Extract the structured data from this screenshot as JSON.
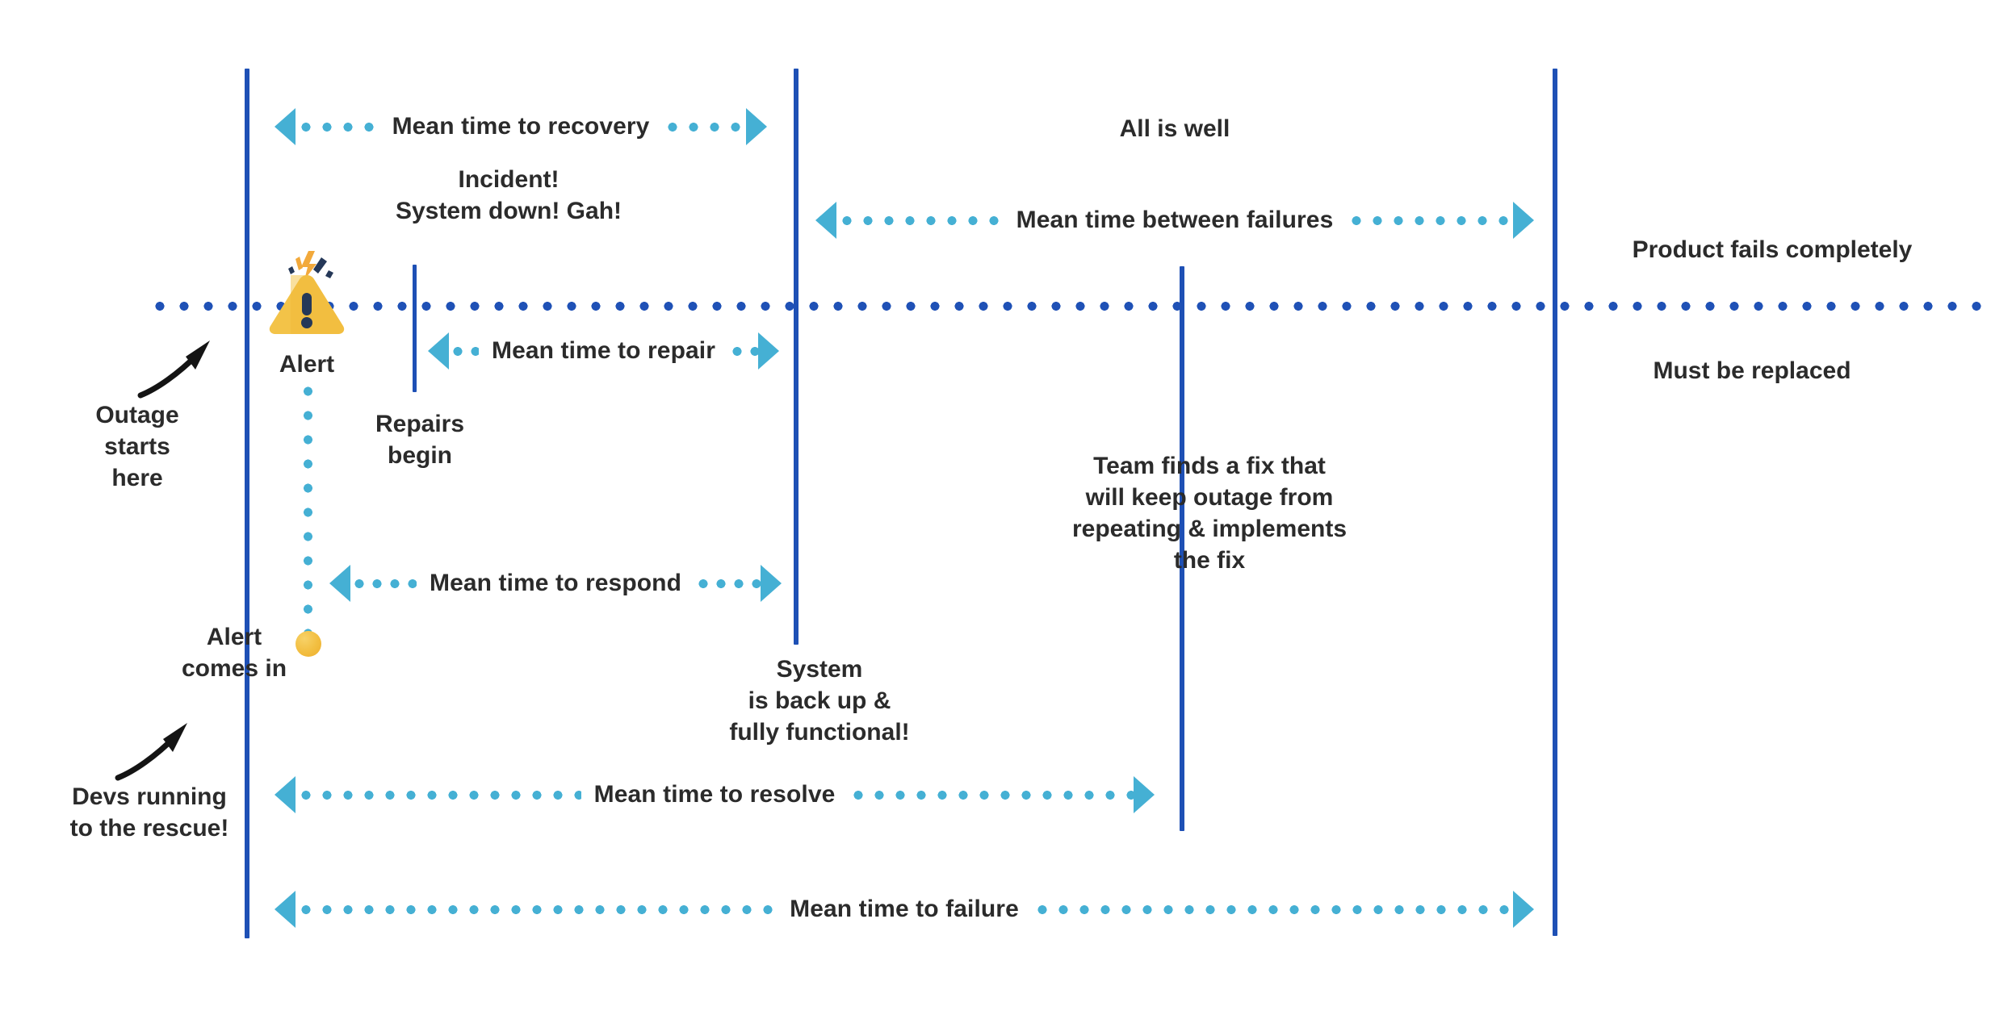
{
  "diagram": {
    "title": "Incident response timeline metrics",
    "colors": {
      "milestone_line": "#1E50B5",
      "timeline_dots": "#1F51B6",
      "measure_arrow": "#45B0D4",
      "alert_amber": "#F2BE40",
      "alert_mark": "#253858",
      "text": "#2B2B2B",
      "background": "#FFFFFF"
    }
  },
  "milestones": [
    {
      "id": "outage-start",
      "label": "Outage\nstarts\nhere"
    },
    {
      "id": "repairs-begin",
      "label": "Repairs\nbegin"
    },
    {
      "id": "system-back-up",
      "label": "System\nis back up &\nfully functional!"
    },
    {
      "id": "fix-implemented",
      "label": "Team finds a fix that\nwill keep outage from\nrepeating & implements\nthe fix"
    },
    {
      "id": "product-fails",
      "label": "Product fails completely"
    }
  ],
  "annotations": {
    "outage_starts_here": "Outage\nstarts\nhere",
    "devs_running": "Devs running\nto the rescue!",
    "incident": "Incident!\nSystem down! Gah!",
    "alert_caption": "Alert",
    "alert_comes_in": "Alert\ncomes in",
    "repairs_begin": "Repairs\nbegin",
    "all_is_well": "All is well",
    "system_back_up": "System\nis back up &\nfully functional!",
    "team_finds_fix": "Team finds a fix that\nwill keep outage from\nrepeating & implements\nthe fix",
    "product_fails": "Product fails completely",
    "must_be_replaced": "Must be replaced"
  },
  "measures": [
    {
      "id": "mttrecovery",
      "label": "Mean time to recovery"
    },
    {
      "id": "mttrepair",
      "label": "Mean time to repair"
    },
    {
      "id": "mttrespond",
      "label": "Mean time to respond"
    },
    {
      "id": "mtbf",
      "label": "Mean time between failures"
    },
    {
      "id": "mttresolve",
      "label": "Mean time to resolve"
    },
    {
      "id": "mttfailure",
      "label": "Mean time to failure"
    }
  ],
  "icons": {
    "alert": "alert-triangle-icon",
    "arrow_outage": "curved-arrow-icon",
    "arrow_devs": "curved-arrow-icon"
  }
}
